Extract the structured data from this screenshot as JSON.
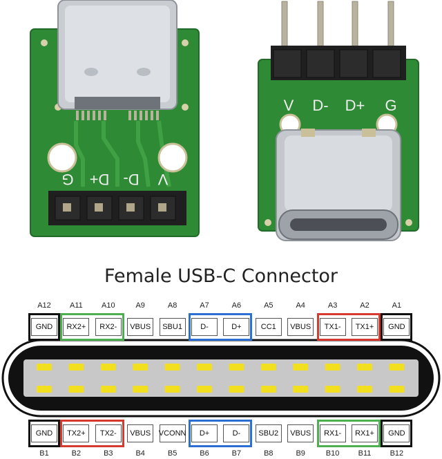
{
  "title": "Female USB-C Connector",
  "left_board": {
    "pin_labels": [
      "G",
      "D+",
      "D-",
      "V"
    ]
  },
  "right_board": {
    "pin_labels": [
      "V",
      "D-",
      "D+",
      "G"
    ]
  },
  "top_row": {
    "pin_numbers": [
      "A12",
      "A11",
      "A10",
      "A9",
      "A8",
      "A7",
      "A6",
      "A5",
      "A4",
      "A3",
      "A2",
      "A1"
    ],
    "signals": [
      "GND",
      "RX2+",
      "RX2-",
      "VBUS",
      "SBU1",
      "D-",
      "D+",
      "CC1",
      "VBUS",
      "TX1-",
      "TX1+",
      "GND"
    ]
  },
  "bottom_row": {
    "pin_numbers": [
      "B1",
      "B2",
      "B3",
      "B4",
      "B5",
      "B6",
      "B7",
      "B8",
      "B9",
      "B10",
      "B11",
      "B12"
    ],
    "signals": [
      "GND",
      "TX2+",
      "TX2-",
      "VBUS",
      "VCONN",
      "D+",
      "D-",
      "SBU2",
      "VBUS",
      "RX1-",
      "RX1+",
      "GND"
    ]
  },
  "colors": {
    "pcb_green": "#2f8a35",
    "gnd_group": "#111111",
    "rx_group": "#4caf50",
    "data_group": "#2a6fd1",
    "tx_group": "#d63a2f",
    "contact_yellow": "#f2df1f"
  }
}
